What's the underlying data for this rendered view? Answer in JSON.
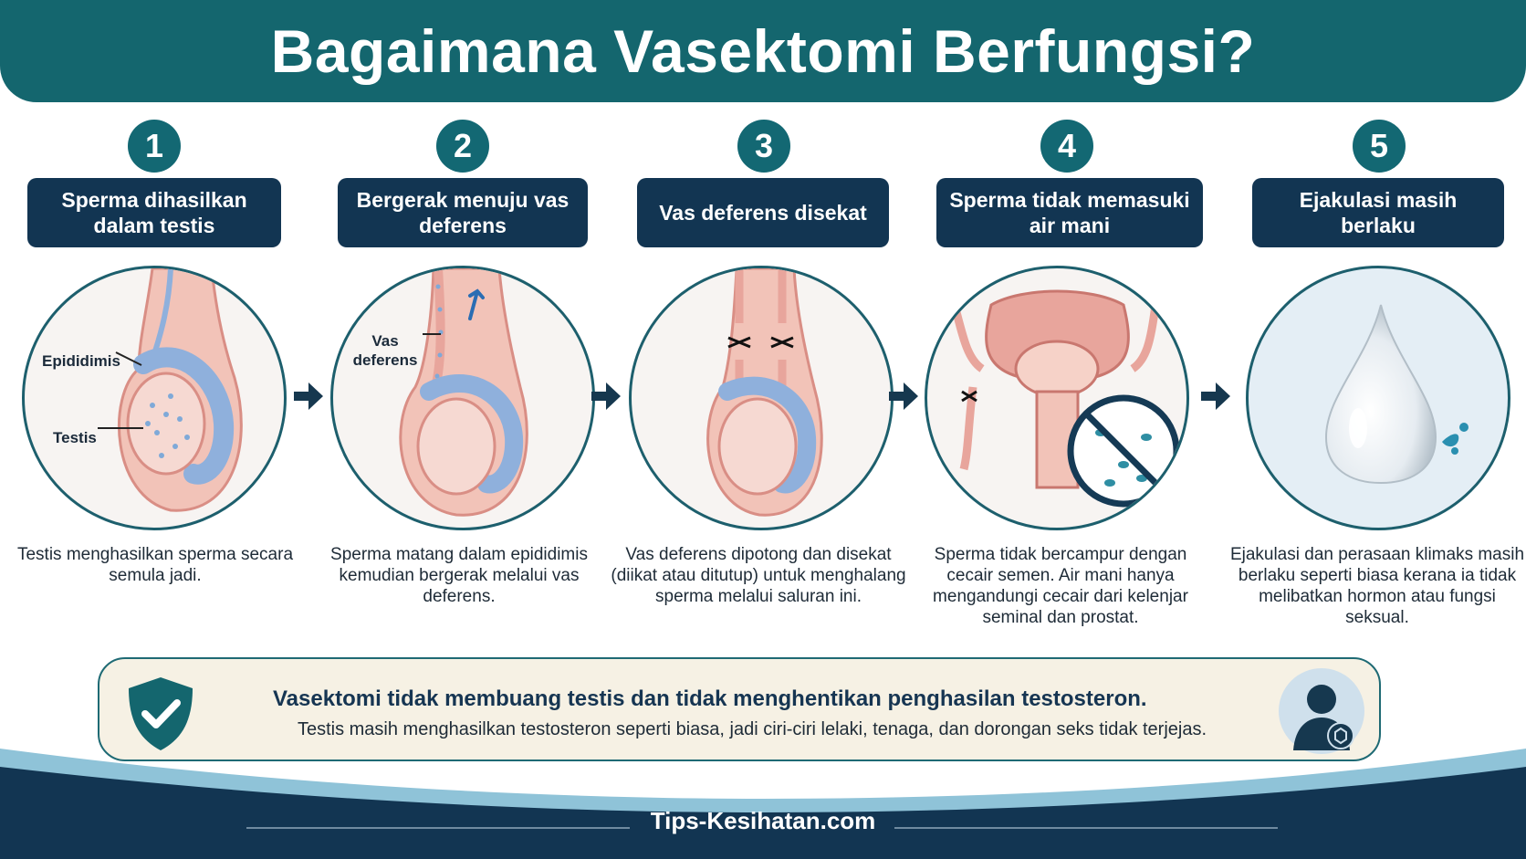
{
  "header": {
    "title": "Bagaimana Vasektomi Berfungsi?"
  },
  "steps": [
    {
      "number": "1",
      "title": "Sperma dihasilkan dalam testis",
      "labels": [
        "Epididimis",
        "Testis"
      ],
      "description": "Testis menghasilkan sperma secara semula jadi."
    },
    {
      "number": "2",
      "title": "Bergerak menuju vas deferens",
      "labels": [
        "Vas deferens"
      ],
      "description": "Sperma matang dalam epididimis kemudian bergerak melalui vas deferens."
    },
    {
      "number": "3",
      "title": "Vas deferens disekat",
      "labels": [],
      "description": "Vas deferens dipotong dan disekat (diikat atau ditutup) untuk menghalang sperma melalui saluran ini."
    },
    {
      "number": "4",
      "title": "Sperma tidak memasuki air mani",
      "labels": [],
      "description": "Sperma tidak bercampur dengan cecair semen. Air mani hanya mengandungi cecair dari kelenjar seminal dan prostat."
    },
    {
      "number": "5",
      "title": "Ejakulasi masih berlaku",
      "labels": [],
      "description": "Ejakulasi dan perasaan klimaks masih berlaku seperti biasa kerana ia tidak melibatkan hormon atau fungsi seksual."
    }
  ],
  "note": {
    "title": "Vasektomi tidak membuang testis dan tidak menghentikan penghasilan testosteron.",
    "text": "Testis masih menghasilkan testosteron seperti biasa, jadi ciri-ciri lelaki, tenaga, dan dorongan seks tidak terjejas."
  },
  "footer": {
    "brand": "Tips-Kesihatan.com"
  },
  "colors": {
    "header": "#14666e",
    "step_title_bg": "#123552",
    "number_bg": "#136873",
    "tissue": "#e8a59c",
    "epididymis": "#8fb0dc",
    "footer": "#123552"
  },
  "icons": [
    "arrow-right-icon",
    "shield-check-icon",
    "person-hormone-icon",
    "droplet-icon",
    "no-sperm-icon",
    "ligation-mark-icon"
  ]
}
